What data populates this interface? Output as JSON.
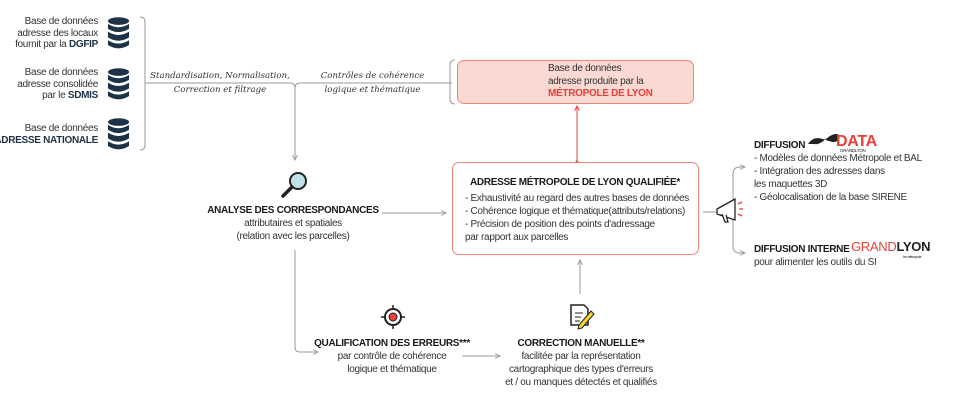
{
  "sources": [
    {
      "lines": [
        "Base de données",
        "adresse des locaux",
        "fournit par la "
      ],
      "bold": "DGFIP"
    },
    {
      "lines": [
        "Base de données",
        "adresse consolidée",
        "par le "
      ],
      "bold": "SDMIS"
    },
    {
      "lines": [
        "Base de données"
      ],
      "bold": "ADRESSE NATIONALE"
    }
  ],
  "labels": {
    "standardisation": [
      "Standardisation, Normalisation,",
      "Correction et filtrage"
    ],
    "controles": [
      "Contrôles de cohérence",
      "logique et thématique"
    ]
  },
  "metropole_db": {
    "lines": [
      "Base de données",
      "adresse produite par la"
    ],
    "bold": "MÉTROPOLE DE LYON"
  },
  "qualified": {
    "title": "ADRESSE MÉTROPOLE DE LYON QUALIFIÉE*",
    "items": [
      "- Exhaustivité au regard des autres bases de données",
      "- Cohérence logique et thématique(attributs/relations)",
      "- Précision de position des points d'adressage",
      "par rapport aux parcelles"
    ]
  },
  "analyse": {
    "title": "ANALYSE DES CORRESPONDANCES",
    "lines": [
      "attributaires et spatiales",
      "(relation avec les parcelles)"
    ]
  },
  "qualification": {
    "title": "QUALIFICATION DES ERREURS***",
    "lines": [
      "par contrôle de cohérence",
      "logique et thématique"
    ]
  },
  "correction": {
    "title": "CORRECTION MANUELLE**",
    "lines": [
      "facilitée par la représentation",
      "cartographique des types d'erreurs",
      "et / ou manques détectés et qualifiés"
    ]
  },
  "diffusion": {
    "title": "DIFFUSION",
    "logo": "DATA GRANDLYON",
    "items": [
      "- Modèles de données Métropole et BAL",
      "- Intégration des adresses dans",
      "les maquettes 3D",
      "- Géolocalisation de la base SIRENE"
    ]
  },
  "diffusion_interne": {
    "title": "DIFFUSION INTERNE",
    "logo": "GRANDLYON la métropole",
    "line": "pour alimenter les outils du SI"
  },
  "colors": {
    "navy": "#1d3247",
    "red": "#e8403a",
    "pink": "#fbd9d3",
    "line": "#999999"
  }
}
